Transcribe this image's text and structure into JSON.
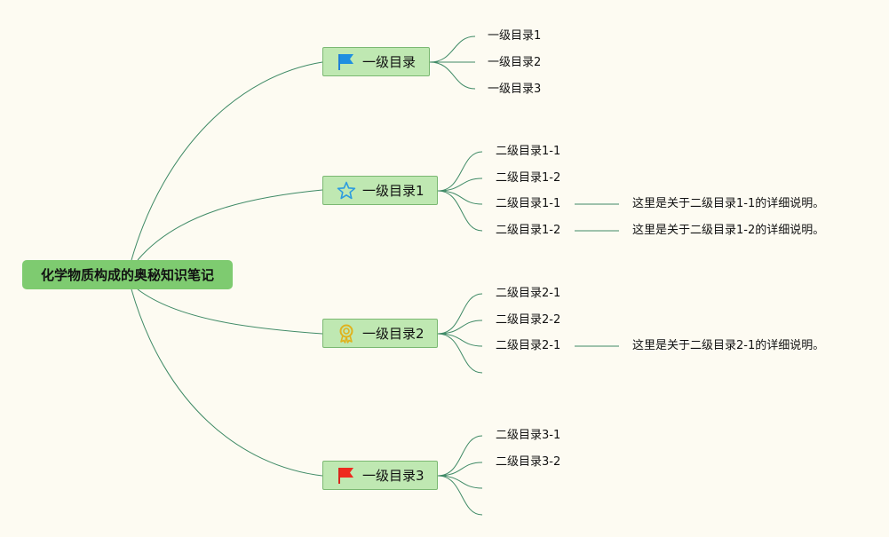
{
  "root": {
    "label": "化学物质构成的奥秘知识笔记"
  },
  "colors": {
    "background": "#fdfbf2",
    "root_fill": "#7ecb70",
    "topic_fill": "#bfe8b2",
    "topic_border": "#7bb872",
    "connector": "#3f8a66"
  },
  "topics": [
    {
      "label": "一级目录",
      "icon": "blue-flag-icon",
      "children": [
        {
          "label": "一级目录1"
        },
        {
          "label": "一级目录2"
        },
        {
          "label": "一级目录3"
        }
      ]
    },
    {
      "label": "一级目录1",
      "icon": "blue-star-icon",
      "children": [
        {
          "label": "二级目录1-1"
        },
        {
          "label": "二级目录1-2"
        },
        {
          "label": "二级目录1-1",
          "note": "这里是关于二级目录1-1的详细说明。"
        },
        {
          "label": "二级目录1-2",
          "note": "这里是关于二级目录1-2的详细说明。"
        }
      ]
    },
    {
      "label": "一级目录2",
      "icon": "gold-award-icon",
      "children": [
        {
          "label": "二级目录2-1"
        },
        {
          "label": "二级目录2-2"
        },
        {
          "label": "二级目录2-1",
          "note": "这里是关于二级目录2-1的详细说明。"
        },
        {
          "label": ""
        }
      ]
    },
    {
      "label": "一级目录3",
      "icon": "red-flag-icon",
      "children": [
        {
          "label": "二级目录3-1"
        },
        {
          "label": "二级目录3-2"
        },
        {
          "label": ""
        },
        {
          "label": ""
        }
      ]
    }
  ]
}
